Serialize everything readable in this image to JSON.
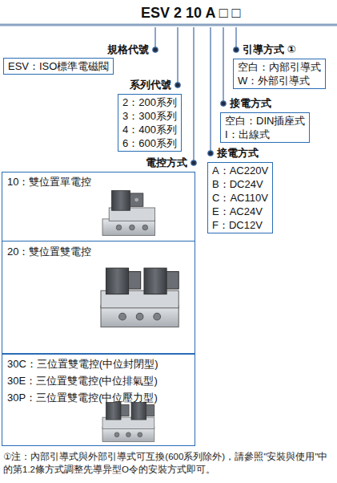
{
  "diagram": {
    "title": "ESV 2 10 A □ □",
    "nodes": [
      {
        "text": [
          "規格代號",
          "ESV：ISO標準電磁閥"
        ]
      },
      {
        "text": [
          "系列代號",
          "2：200系列",
          "3：300系列",
          "4：400系列",
          "6：600系列"
        ]
      },
      {
        "text": [
          "電控方式"
        ]
      },
      {
        "text": [
          "10：雙位置單電控"
        ],
        "in": 2
      },
      {
        "text": [
          "20：雙位置雙電控"
        ],
        "in": 2
      },
      {
        "text": [
          "30C：三位置雙電控(中位封閉型)",
          "30E：三位置雙電控(中位排氣型)",
          "30P：三位置雙電控(中位壓力型)"
        ],
        "in": 2
      },
      {
        "text": [
          "引導方式 ①",
          "空白：內部引導式",
          "W：外部引導式"
        ]
      },
      {
        "text": [
          "接電方式",
          "空白：DIN插座式",
          "I：出線式"
        ]
      },
      {
        "text": [
          "接電方式",
          "A：AC220V",
          "B：DC24V",
          "C：AC110V",
          "E：AC24V",
          "F：DC12V"
        ]
      }
    ],
    "labels": [
      "①注：內部引導式與外部引導式可互換(600系列除外)，請參照\"安裝與使用\"中的第1.2條方式調整先導异型O令的安裝方式即可。"
    ]
  }
}
